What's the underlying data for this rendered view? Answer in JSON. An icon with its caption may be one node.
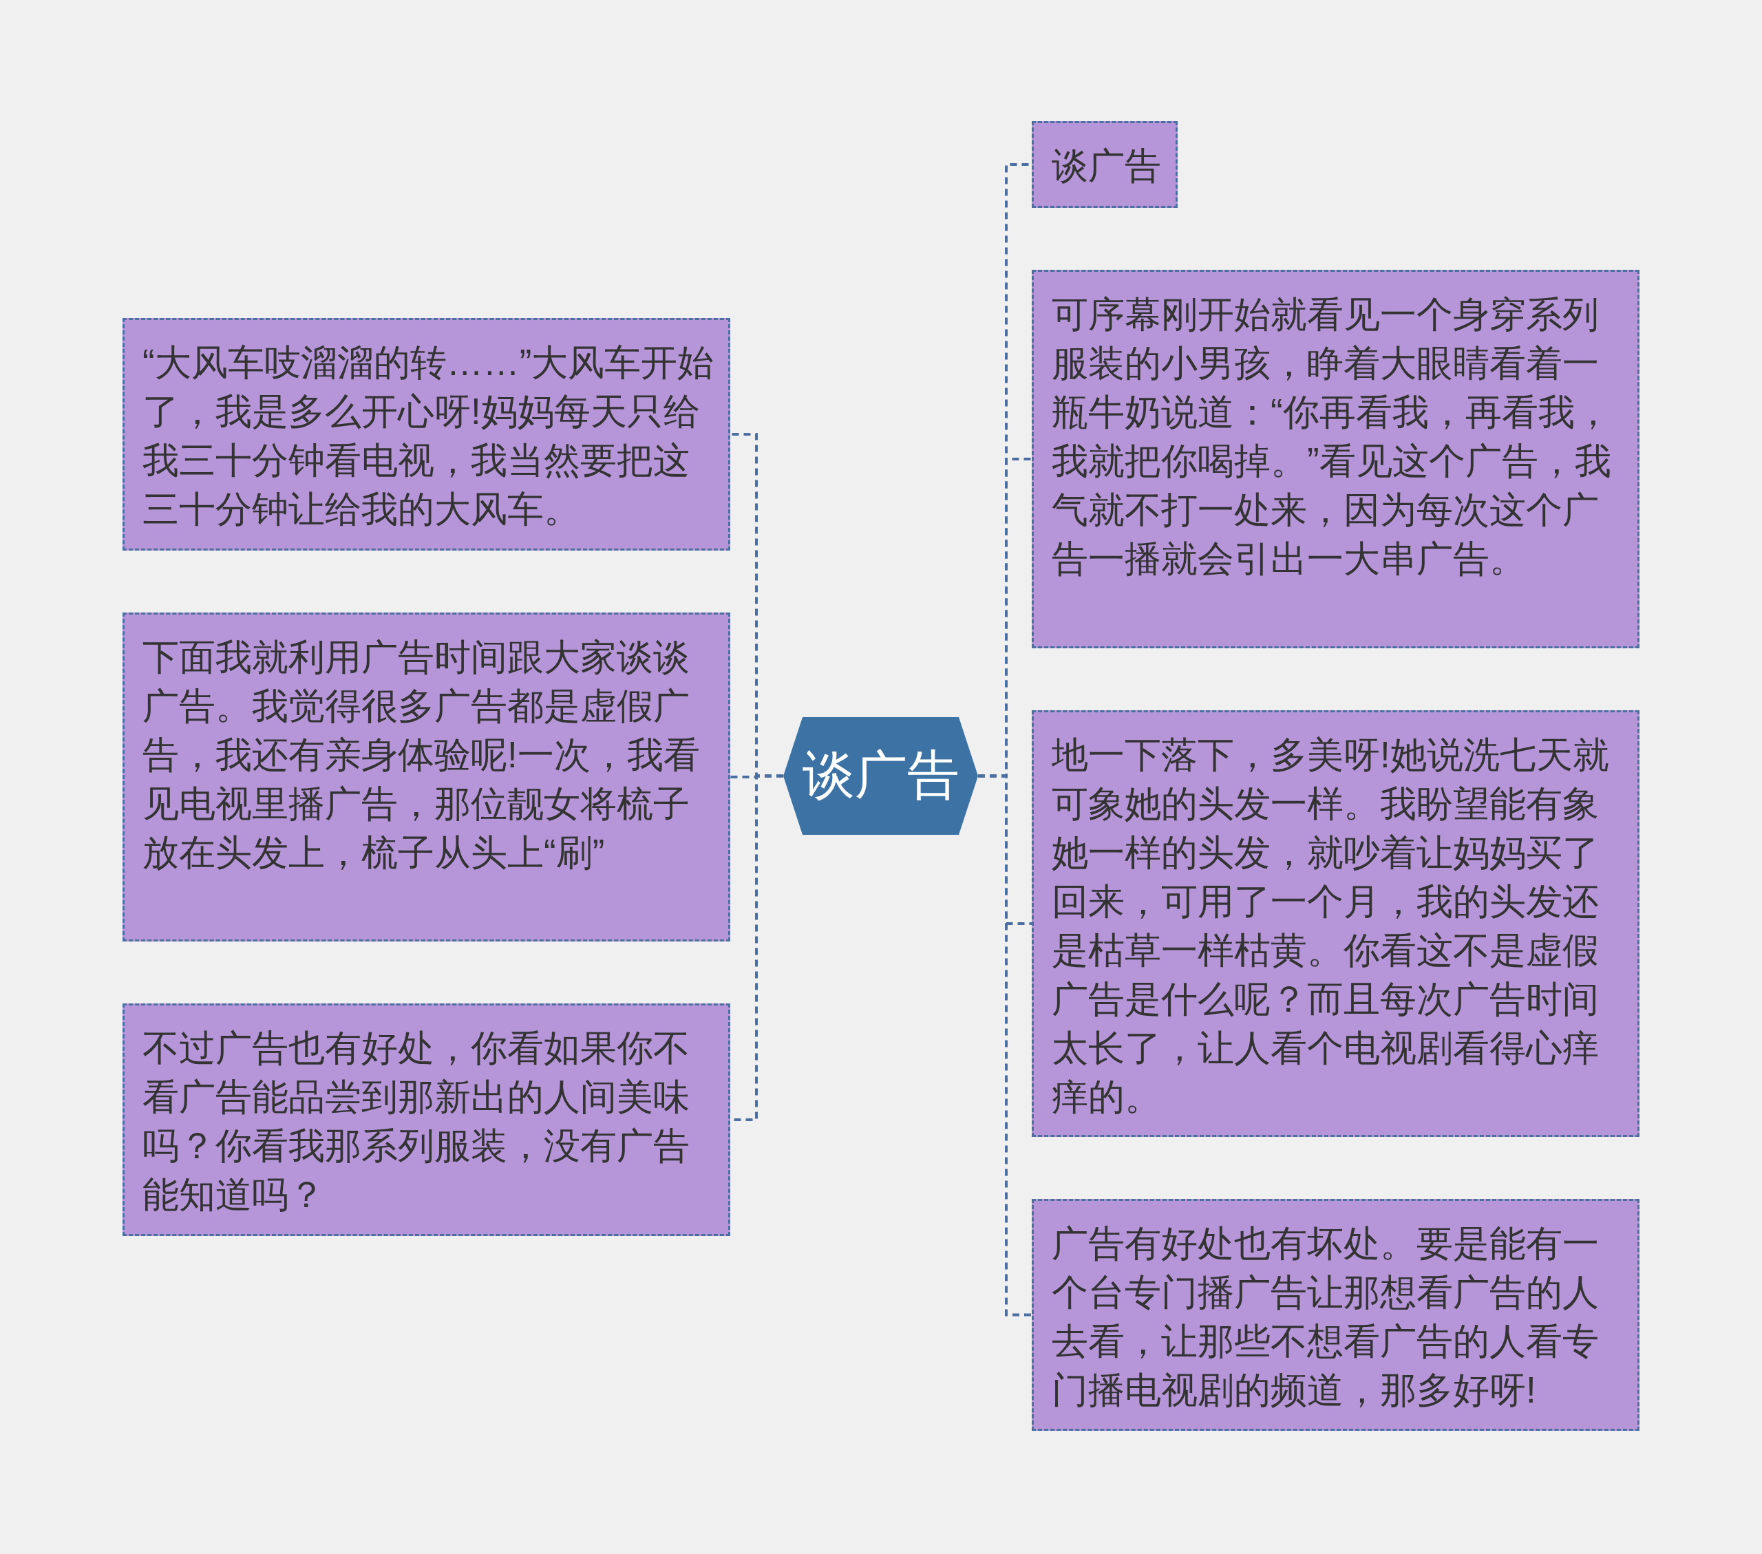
{
  "diagram": {
    "nodes": [
      {
        "text": [
          "谈广告"
        ]
      },
      {
        "text": [
          "谈广告"
        ]
      },
      {
        "text": [
          "可序幕刚开始就看见一个身穿系列服装的小男孩，睁着大眼睛看着一瓶牛奶说道：“你再看我，再看我，我就把你喝掉。”看见这个广告，我气就不打一处来，因为每次这个广告一播就会引出一大串广告。"
        ]
      },
      {
        "text": [
          "地一下落下，多美呀!她说洗七天就可象她的头发一样。我盼望能有象她一样的头发，就吵着让妈妈买了回来，可用了一个月，我的头发还是枯草一样枯黄。你看这不是虚假广告是什么呢？而且每次广告时间太长了，让人看个电视剧看得心痒痒的。"
        ]
      },
      {
        "text": [
          "广告有好处也有坏处。要是能有一个台专门播广告让那想看广告的人去看，让那些不想看广告的人看专门播电视剧的频道，那多好呀!"
        ]
      },
      {
        "text": [
          "“大风车吱溜溜的转……”大风车开始了，我是多么开心呀!妈妈每天只给我三十分钟看电视，我当然要把这三十分钟让给我的大风车。"
        ]
      },
      {
        "text": [
          "下面我就利用广告时间跟大家谈谈广告。我觉得很多广告都是虚假广告，我还有亲身体验呢!一次，我看见电视里播广告，那位靓女将梳子放在头发上，梳子从头上“刷”"
        ]
      },
      {
        "text": [
          "不过广告也有好处，你看如果你不看广告能品尝到那新出的人间美味吗？你看我那系列服装，没有广告能知道吗？"
        ]
      }
    ],
    "edges": [
      {
        "from": 0,
        "to": 1,
        "arrow": "none",
        "style": "dashed"
      },
      {
        "from": 0,
        "to": 2,
        "arrow": "none",
        "style": "dashed"
      },
      {
        "from": 0,
        "to": 3,
        "arrow": "none",
        "style": "dashed"
      },
      {
        "from": 0,
        "to": 4,
        "arrow": "none",
        "style": "dashed"
      },
      {
        "from": 0,
        "to": 5,
        "arrow": "none",
        "style": "dashed"
      },
      {
        "from": 0,
        "to": 6,
        "arrow": "none",
        "style": "dashed"
      },
      {
        "from": 0,
        "to": 7,
        "arrow": "none",
        "style": "dashed"
      }
    ]
  }
}
